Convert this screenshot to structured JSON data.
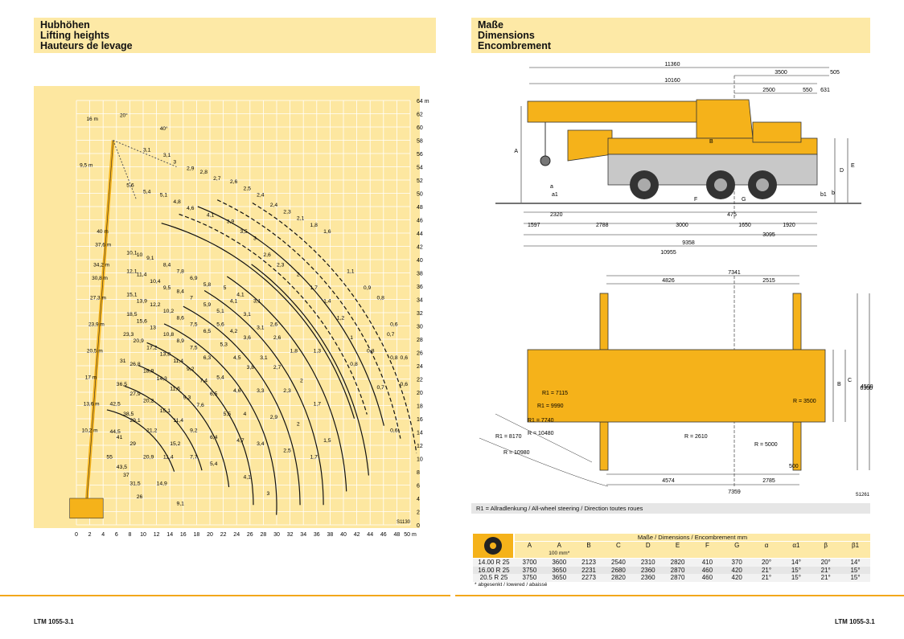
{
  "left_header": {
    "line1": "Hubhöhen",
    "line2": "Lifting heights",
    "line3": "Hauteurs de levage"
  },
  "right_header": {
    "line1": "Maße",
    "line2": "Dimensions",
    "line3": "Encombrement"
  },
  "chart_data": {
    "type": "line",
    "title": "",
    "xlabel": "m",
    "ylabel": "m",
    "xlim": [
      0,
      50
    ],
    "ylim": [
      0,
      64
    ],
    "x_ticks": [
      "0",
      "2",
      "4",
      "6",
      "8",
      "10",
      "12",
      "14",
      "16",
      "18",
      "20",
      "22",
      "24",
      "26",
      "28",
      "30",
      "32",
      "34",
      "36",
      "38",
      "40",
      "42",
      "44",
      "46",
      "48",
      "50 m"
    ],
    "y_ticks": [
      "0",
      "2",
      "4",
      "6",
      "8",
      "10",
      "12",
      "14",
      "16",
      "18",
      "20",
      "22",
      "24",
      "26",
      "28",
      "30",
      "32",
      "34",
      "36",
      "38",
      "40",
      "42",
      "44",
      "46",
      "48",
      "50",
      "52",
      "54",
      "56",
      "58",
      "60",
      "62",
      "64 m"
    ],
    "boom_labels": [
      "10,2 m",
      "13,6 m",
      "17 m",
      "20,5 m",
      "23,9 m",
      "27,3 m",
      "30,8 m",
      "34,2 m",
      "37,6 m",
      "40 m"
    ],
    "jib_labels": [
      "16 m",
      "9,5 m",
      "20°",
      "40°"
    ],
    "code": "S1130",
    "point_labels": [
      {
        "t": "55",
        "x": 4.5,
        "y": 10
      },
      {
        "t": "43,5",
        "x": 6,
        "y": 8.5
      },
      {
        "t": "37",
        "x": 7,
        "y": 7.3
      },
      {
        "t": "31,5",
        "x": 8,
        "y": 6
      },
      {
        "t": "26",
        "x": 9,
        "y": 4
      },
      {
        "t": "44,5",
        "x": 5,
        "y": 13.8
      },
      {
        "t": "41",
        "x": 6,
        "y": 13
      },
      {
        "t": "29",
        "x": 8,
        "y": 12
      },
      {
        "t": "20,9",
        "x": 10,
        "y": 10
      },
      {
        "t": "14,9",
        "x": 12,
        "y": 6
      },
      {
        "t": "9,1",
        "x": 15,
        "y": 3
      },
      {
        "t": "42,5",
        "x": 5,
        "y": 18
      },
      {
        "t": "38,5",
        "x": 7,
        "y": 16.5
      },
      {
        "t": "29,1",
        "x": 8,
        "y": 15.5
      },
      {
        "t": "21,2",
        "x": 10.5,
        "y": 14
      },
      {
        "t": "15,2",
        "x": 14,
        "y": 12
      },
      {
        "t": "11,4",
        "x": 13,
        "y": 10
      },
      {
        "t": "7,7",
        "x": 17,
        "y": 10
      },
      {
        "t": "5,4",
        "x": 20,
        "y": 9
      },
      {
        "t": "4,1",
        "x": 25,
        "y": 7
      },
      {
        "t": "3",
        "x": 28.5,
        "y": 4.5
      },
      {
        "t": "36,5",
        "x": 6,
        "y": 21
      },
      {
        "t": "27,9",
        "x": 8,
        "y": 19.5
      },
      {
        "t": "20,2",
        "x": 10,
        "y": 18.5
      },
      {
        "t": "15,1",
        "x": 12.5,
        "y": 17
      },
      {
        "t": "11,4",
        "x": 14.5,
        "y": 15.5
      },
      {
        "t": "9,2",
        "x": 17,
        "y": 14
      },
      {
        "t": "6,4",
        "x": 20,
        "y": 13
      },
      {
        "t": "4,7",
        "x": 24,
        "y": 12.5
      },
      {
        "t": "3,4",
        "x": 27,
        "y": 12
      },
      {
        "t": "2,5",
        "x": 31,
        "y": 11
      },
      {
        "t": "1,7",
        "x": 35,
        "y": 10
      },
      {
        "t": "31",
        "x": 6.5,
        "y": 24.5
      },
      {
        "t": "26,8",
        "x": 8,
        "y": 24
      },
      {
        "t": "18,9",
        "x": 10,
        "y": 23
      },
      {
        "t": "14,3",
        "x": 12,
        "y": 21.8
      },
      {
        "t": "11,6",
        "x": 14,
        "y": 20.3
      },
      {
        "t": "9,3",
        "x": 16,
        "y": 19
      },
      {
        "t": "7,6",
        "x": 18,
        "y": 17.8
      },
      {
        "t": "6,5",
        "x": 20,
        "y": 19.5
      },
      {
        "t": "5,5",
        "x": 22,
        "y": 16.5
      },
      {
        "t": "4",
        "x": 25,
        "y": 16.5
      },
      {
        "t": "2,9",
        "x": 29,
        "y": 16
      },
      {
        "t": "2",
        "x": 33,
        "y": 15
      },
      {
        "t": "1,5",
        "x": 37,
        "y": 12.5
      },
      {
        "t": "23,3",
        "x": 7,
        "y": 28.5
      },
      {
        "t": "20,9",
        "x": 8.5,
        "y": 27.5
      },
      {
        "t": "17,2",
        "x": 10.5,
        "y": 26.5
      },
      {
        "t": "13,8",
        "x": 12.5,
        "y": 25.5
      },
      {
        "t": "11,4",
        "x": 14.5,
        "y": 24.5
      },
      {
        "t": "9,2",
        "x": 16.5,
        "y": 23.3
      },
      {
        "t": "7,4",
        "x": 18.5,
        "y": 21.5
      },
      {
        "t": "5,4",
        "x": 21,
        "y": 22
      },
      {
        "t": "4,6",
        "x": 23.5,
        "y": 20
      },
      {
        "t": "3,3",
        "x": 27,
        "y": 20
      },
      {
        "t": "2,3",
        "x": 31,
        "y": 20
      },
      {
        "t": "1,7",
        "x": 35.5,
        "y": 18
      },
      {
        "t": "18,5",
        "x": 7.5,
        "y": 31.5
      },
      {
        "t": "15,6",
        "x": 9,
        "y": 30.5
      },
      {
        "t": "13",
        "x": 11,
        "y": 29.5
      },
      {
        "t": "10,8",
        "x": 13,
        "y": 28.5
      },
      {
        "t": "8,9",
        "x": 15,
        "y": 27.5
      },
      {
        "t": "7,5",
        "x": 17,
        "y": 26.5
      },
      {
        "t": "6,3",
        "x": 19,
        "y": 25
      },
      {
        "t": "5,3",
        "x": 21.5,
        "y": 27
      },
      {
        "t": "4,5",
        "x": 23.5,
        "y": 25
      },
      {
        "t": "3,8",
        "x": 25.5,
        "y": 23.5
      },
      {
        "t": "3,1",
        "x": 27.5,
        "y": 25
      },
      {
        "t": "2,7",
        "x": 29.5,
        "y": 23.5
      },
      {
        "t": "2",
        "x": 33.5,
        "y": 21.5
      },
      {
        "t": "15,1",
        "x": 7.5,
        "y": 34.5
      },
      {
        "t": "13,9",
        "x": 9,
        "y": 33.5
      },
      {
        "t": "12,2",
        "x": 11,
        "y": 33
      },
      {
        "t": "10,2",
        "x": 13,
        "y": 32
      },
      {
        "t": "8,6",
        "x": 15,
        "y": 31
      },
      {
        "t": "7,5",
        "x": 17,
        "y": 30
      },
      {
        "t": "6,5",
        "x": 19,
        "y": 29
      },
      {
        "t": "5,6",
        "x": 21,
        "y": 30
      },
      {
        "t": "4,2",
        "x": 23,
        "y": 29
      },
      {
        "t": "3,6",
        "x": 25,
        "y": 28
      },
      {
        "t": "3,1",
        "x": 27,
        "y": 29.5
      },
      {
        "t": "2,6",
        "x": 29.5,
        "y": 28
      },
      {
        "t": "1,8",
        "x": 32,
        "y": 26
      },
      {
        "t": "1,3",
        "x": 35.5,
        "y": 26
      },
      {
        "t": "0,8",
        "x": 41,
        "y": 24
      },
      {
        "t": "0,7",
        "x": 45,
        "y": 20.5
      },
      {
        "t": "12,1",
        "x": 7.5,
        "y": 38
      },
      {
        "t": "11,4",
        "x": 9,
        "y": 37.5
      },
      {
        "t": "10,4",
        "x": 11,
        "y": 36.5
      },
      {
        "t": "9,5",
        "x": 13,
        "y": 35.5
      },
      {
        "t": "8,4",
        "x": 15,
        "y": 35
      },
      {
        "t": "7",
        "x": 17,
        "y": 34
      },
      {
        "t": "5,9",
        "x": 19,
        "y": 33
      },
      {
        "t": "5,1",
        "x": 21,
        "y": 32
      },
      {
        "t": "4,1",
        "x": 23,
        "y": 33.5
      },
      {
        "t": "3,1",
        "x": 25,
        "y": 31.5
      },
      {
        "t": "2,6",
        "x": 29,
        "y": 30
      },
      {
        "t": "1,4",
        "x": 37,
        "y": 33.5
      },
      {
        "t": "1,2",
        "x": 39,
        "y": 31
      },
      {
        "t": "1",
        "x": 41,
        "y": 28
      },
      {
        "t": "0,8",
        "x": 43.5,
        "y": 26
      },
      {
        "t": "10,1",
        "x": 7.5,
        "y": 40.8
      },
      {
        "t": "10",
        "x": 9,
        "y": 40.5
      },
      {
        "t": "9,1",
        "x": 10.5,
        "y": 40
      },
      {
        "t": "8,4",
        "x": 13,
        "y": 39
      },
      {
        "t": "7,8",
        "x": 15,
        "y": 38
      },
      {
        "t": "6,9",
        "x": 17,
        "y": 37
      },
      {
        "t": "5,8",
        "x": 19,
        "y": 36
      },
      {
        "t": "5",
        "x": 22,
        "y": 35.5
      },
      {
        "t": "4,1",
        "x": 24,
        "y": 34.5
      },
      {
        "t": "3,1",
        "x": 26.5,
        "y": 33.5
      },
      {
        "t": "2,6",
        "x": 28,
        "y": 40.5
      },
      {
        "t": "2,3",
        "x": 30,
        "y": 39
      },
      {
        "t": "2",
        "x": 33,
        "y": 37.5
      },
      {
        "t": "1,7",
        "x": 35,
        "y": 35.5
      },
      {
        "t": "1,1",
        "x": 40.5,
        "y": 38
      },
      {
        "t": "0,9",
        "x": 43,
        "y": 35.5
      },
      {
        "t": "0,8",
        "x": 45,
        "y": 34
      },
      {
        "t": "0,6",
        "x": 47,
        "y": 30
      },
      {
        "t": "0,7",
        "x": 46.5,
        "y": 28.5
      },
      {
        "t": "0,8",
        "x": 47,
        "y": 25
      },
      {
        "t": "0,6",
        "x": 48.5,
        "y": 25
      },
      {
        "t": "0,6",
        "x": 48.5,
        "y": 21
      },
      {
        "t": "0,6",
        "x": 47,
        "y": 14
      },
      {
        "t": "5,6",
        "x": 7.5,
        "y": 51
      },
      {
        "t": "5,4",
        "x": 10,
        "y": 50
      },
      {
        "t": "5,1",
        "x": 12.5,
        "y": 49.5
      },
      {
        "t": "4,8",
        "x": 14.5,
        "y": 48.5
      },
      {
        "t": "4,6",
        "x": 16.5,
        "y": 47.5
      },
      {
        "t": "4,1",
        "x": 19.5,
        "y": 46.5
      },
      {
        "t": "3,9",
        "x": 22.5,
        "y": 45.5
      },
      {
        "t": "3,5",
        "x": 24.5,
        "y": 44
      },
      {
        "t": "3",
        "x": 26.5,
        "y": 43
      },
      {
        "t": "3,1",
        "x": 10,
        "y": 56.3
      },
      {
        "t": "3,1",
        "x": 13,
        "y": 55.5
      },
      {
        "t": "3",
        "x": 14.5,
        "y": 54.5
      },
      {
        "t": "2,9",
        "x": 16.5,
        "y": 53.5
      },
      {
        "t": "2,8",
        "x": 18.5,
        "y": 53
      },
      {
        "t": "2,7",
        "x": 20.5,
        "y": 52
      },
      {
        "t": "2,6",
        "x": 23,
        "y": 51.5
      },
      {
        "t": "2,5",
        "x": 25,
        "y": 50.5
      },
      {
        "t": "2,4",
        "x": 27,
        "y": 49.5
      },
      {
        "t": "2,4",
        "x": 29,
        "y": 48
      },
      {
        "t": "2,3",
        "x": 31,
        "y": 47
      },
      {
        "t": "2,1",
        "x": 33,
        "y": 46
      },
      {
        "t": "1,8",
        "x": 35,
        "y": 45
      },
      {
        "t": "1,6",
        "x": 37,
        "y": 44
      }
    ]
  },
  "dims_side": [
    "11360",
    "3500",
    "505",
    "10160",
    "2500",
    "550",
    "631",
    "A",
    "B",
    "D",
    "E",
    "a",
    "a1",
    "b",
    "b1",
    "2320",
    "2788",
    "3000",
    "475",
    "1650",
    "1920",
    "1597",
    "3095",
    "9358",
    "10955",
    "F",
    "G"
  ],
  "dims_top": [
    "7341",
    "4826",
    "2515",
    "R1 = 7115",
    "R1 = 9990",
    "R1 = 7740",
    "R1 = 8170",
    "R = 10480",
    "R = 10980",
    "R = 2610",
    "R = 5000",
    "R = 3500",
    "B",
    "C",
    "4500",
    "6300",
    "500",
    "4574",
    "2785",
    "7359",
    "S1261"
  ],
  "steering_note": "R1 = Allradlenkung / All-wheel steering / Direction toutes roues",
  "table": {
    "title": "Maße / Dimensions / Encombrement mm",
    "headers": [
      "A",
      "A",
      "B",
      "C",
      "D",
      "E",
      "F",
      "G",
      "α",
      "α1",
      "β",
      "β1"
    ],
    "sub_header": "100 mm*",
    "rows": [
      [
        "14.00 R 25",
        "3700",
        "3600",
        "2123",
        "2540",
        "2310",
        "2820",
        "410",
        "370",
        "20°",
        "14°",
        "20°",
        "14°"
      ],
      [
        "16.00 R 25",
        "3750",
        "3650",
        "2231",
        "2680",
        "2360",
        "2870",
        "460",
        "420",
        "21°",
        "15°",
        "21°",
        "15°"
      ],
      [
        "20.5 R 25",
        "3750",
        "3650",
        "2273",
        "2820",
        "2360",
        "2870",
        "460",
        "420",
        "21°",
        "15°",
        "21°",
        "15°"
      ]
    ],
    "footnote": "* abgesenkt / lowered / abaissé"
  },
  "footer": {
    "left": "LTM 1055-3.1",
    "right": "LTM 1055-3.1"
  },
  "colors": {
    "accent": "#f2a71b",
    "header_bg": "#fde9a6",
    "grid_bg": "#fde7a0",
    "crane": "#f5b21a"
  }
}
